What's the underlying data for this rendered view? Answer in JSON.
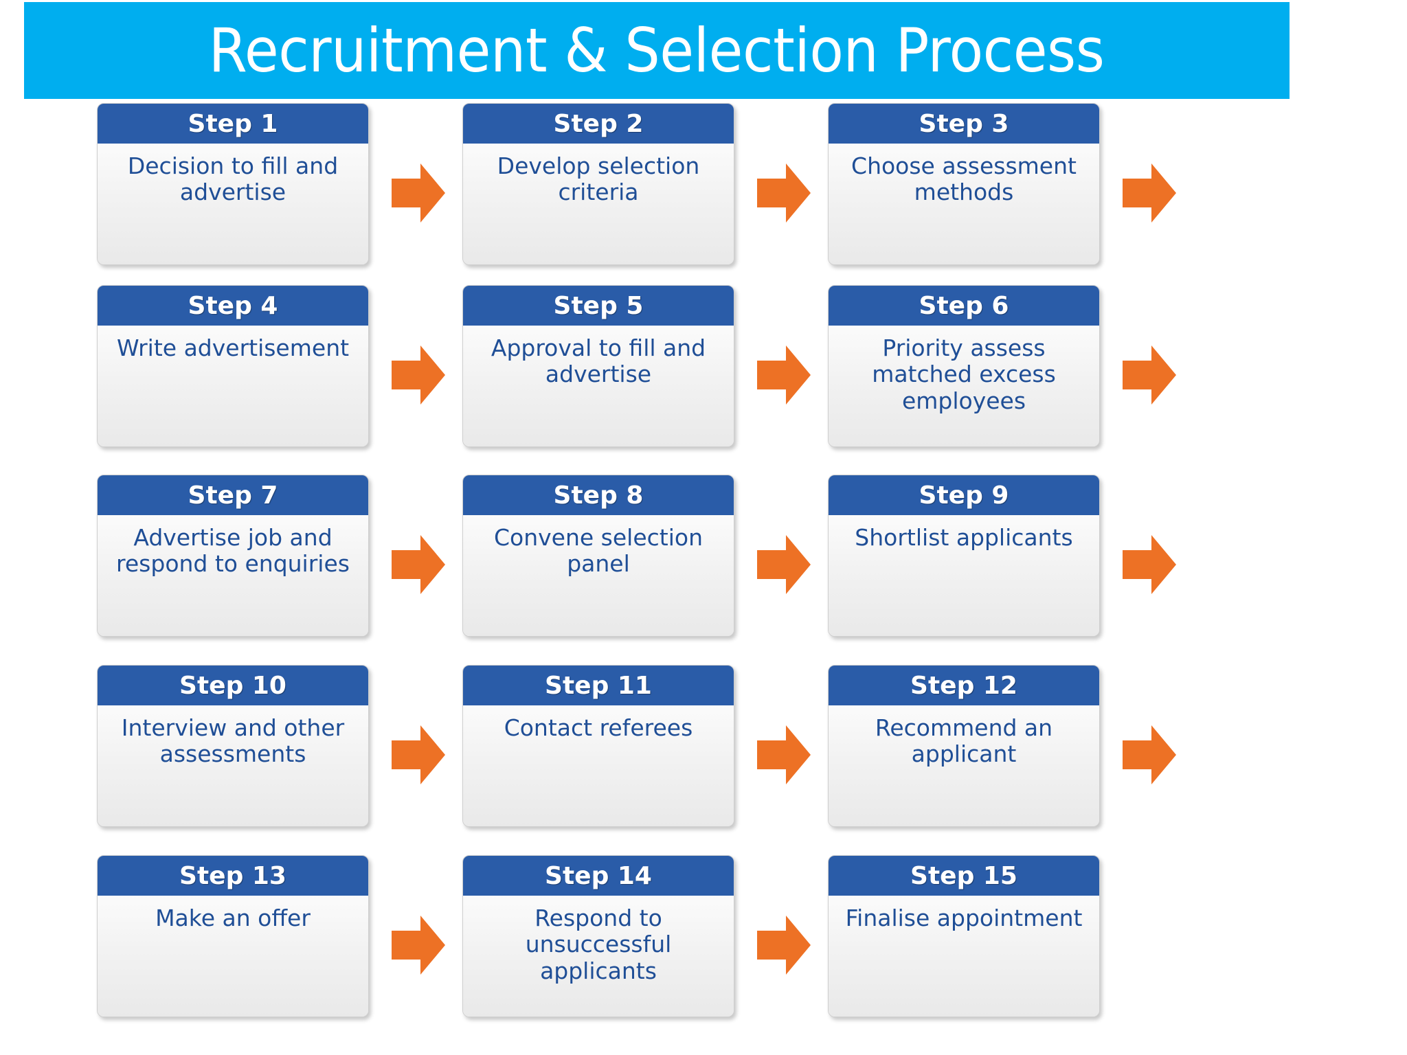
{
  "banner": {
    "title": "Recruitment & Selection Process",
    "background_color": "#00AEEF",
    "text_color": "#FFFFFF"
  },
  "theme": {
    "header_blue": "#2A5CA8",
    "body_gray": "#F1F1F1",
    "body_text_blue": "#1F4E96",
    "arrow_orange": "#ED7125",
    "banner_cyan": "#00AEEF"
  },
  "flow": {
    "columns": 3,
    "rows": 5,
    "arrow_icon_name": "right-block-arrow-icon",
    "steps": [
      {
        "id": 1,
        "label": "Step 1",
        "text": "Decision to fill and advertise",
        "has_arrow_after": true
      },
      {
        "id": 2,
        "label": "Step 2",
        "text": "Develop selection criteria",
        "has_arrow_after": true
      },
      {
        "id": 3,
        "label": "Step 3",
        "text": "Choose assessment methods",
        "has_arrow_after": true
      },
      {
        "id": 4,
        "label": "Step 4",
        "text": "Write advertisement",
        "has_arrow_after": true
      },
      {
        "id": 5,
        "label": "Step 5",
        "text": "Approval to fill and advertise",
        "has_arrow_after": true
      },
      {
        "id": 6,
        "label": "Step 6",
        "text": "Priority assess matched excess employees",
        "has_arrow_after": true
      },
      {
        "id": 7,
        "label": "Step 7",
        "text": "Advertise job and respond to enquiries",
        "has_arrow_after": true
      },
      {
        "id": 8,
        "label": "Step 8",
        "text": "Convene selection panel",
        "has_arrow_after": true
      },
      {
        "id": 9,
        "label": "Step 9",
        "text": "Shortlist applicants",
        "has_arrow_after": true
      },
      {
        "id": 10,
        "label": "Step 10",
        "text": "Interview and other assessments",
        "has_arrow_after": true
      },
      {
        "id": 11,
        "label": "Step 11",
        "text": "Contact referees",
        "has_arrow_after": true
      },
      {
        "id": 12,
        "label": "Step 12",
        "text": "Recommend an applicant",
        "has_arrow_after": true
      },
      {
        "id": 13,
        "label": "Step 13",
        "text": "Make an offer",
        "has_arrow_after": true
      },
      {
        "id": 14,
        "label": "Step 14",
        "text": "Respond to unsuccessful applicants",
        "has_arrow_after": true
      },
      {
        "id": 15,
        "label": "Step 15",
        "text": "Finalise appointment",
        "has_arrow_after": false
      }
    ]
  }
}
